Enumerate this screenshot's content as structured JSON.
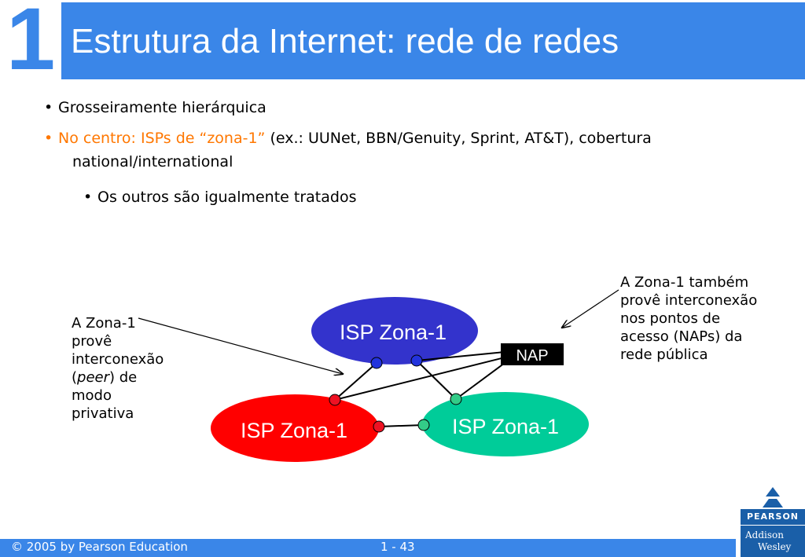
{
  "slide": {
    "chapter_number": "1",
    "title": "Estrutura da Internet: rede de redes"
  },
  "bullets": {
    "b1": "Grosseiramente hierárquica",
    "b2_orange": "No centro: ISPs de “zona-1”",
    "b2_rest": " (ex.: UUNet, BBN/Genuity, Sprint, AT&T), cobertura",
    "b2_cont": "national/international",
    "b3": "Os outros são igualmente tratados",
    "bullet_char": "•"
  },
  "diagram": {
    "isp_top": "ISP Zona-1",
    "isp_left": "ISP Zona-1",
    "isp_right": "ISP Zona-1",
    "nap": "NAP",
    "colors": {
      "isp_top": "#3333cc",
      "isp_left": "#ff0000",
      "isp_right": "#00cc99",
      "router_blue": "#2233dd",
      "router_red": "#ee1122",
      "router_green": "#33cc88"
    }
  },
  "annotations": {
    "left_lines": [
      "A Zona-1",
      "provê",
      "interconexão",
      "(peer) de",
      "modo",
      "privativa"
    ],
    "right_lines": [
      "A Zona-1 também",
      "provê interconexão",
      "nos pontos de",
      "acesso (NAPs) da",
      "rede pública"
    ]
  },
  "footer": {
    "copyright": "© 2005 by Pearson Education",
    "page": "1 - 43"
  },
  "logo": {
    "brand": "PEARSON",
    "line1": "Addison",
    "line2": "Wesley"
  }
}
